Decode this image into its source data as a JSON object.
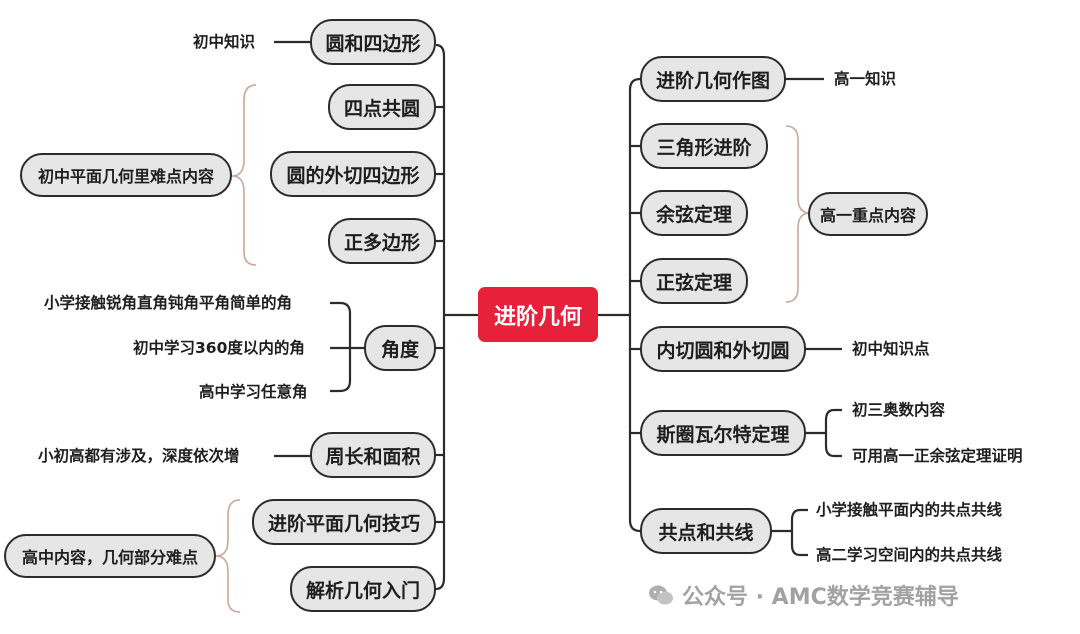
{
  "center": "进阶几何",
  "left": [
    {
      "topic": "圆和四边形",
      "notes": [
        "初中知识"
      ]
    },
    {
      "topic": "四点共圆",
      "notes": []
    },
    {
      "topic": "圆的外切四边形",
      "notes": []
    },
    {
      "topic": "正多边形",
      "notes": []
    },
    {
      "topic": "角度",
      "notes": [
        "小学接触锐角直角钝角平角简单的角",
        "初中学习360度以内的角",
        "高中学习任意角"
      ]
    },
    {
      "topic": "周长和面积",
      "notes": [
        "小初高都有涉及，深度依次增"
      ]
    },
    {
      "topic": "进阶平面几何技巧",
      "notes": []
    },
    {
      "topic": "解析几何入门",
      "notes": []
    }
  ],
  "right": [
    {
      "topic": "进阶几何作图",
      "notes": [
        "高一知识"
      ]
    },
    {
      "topic": "三角形进阶",
      "notes": []
    },
    {
      "topic": "余弦定理",
      "notes": []
    },
    {
      "topic": "正弦定理",
      "notes": []
    },
    {
      "topic": "内切圆和外切圆",
      "notes": [
        "初中知识点"
      ]
    },
    {
      "topic": "斯圈瓦尔特定理",
      "notes": [
        "初三奥数内容",
        "可用高一正余弦定理证明"
      ]
    },
    {
      "topic": "共点和共线",
      "notes": [
        "小学接触平面内的共点共线",
        "高二学习空间内的共点共线"
      ]
    }
  ],
  "summaries": {
    "left_upper": "初中平面几何里难点内容",
    "left_lower": "高中内容，几何部分难点",
    "right_upper": "高一重点内容"
  },
  "watermark": "公众号 · AMC数学竞赛辅导",
  "colors": {
    "center_fill": "#e8213a",
    "node_fill": "#e6e6e6",
    "line": "#2b2b2b",
    "brace": "#c9a79a"
  }
}
